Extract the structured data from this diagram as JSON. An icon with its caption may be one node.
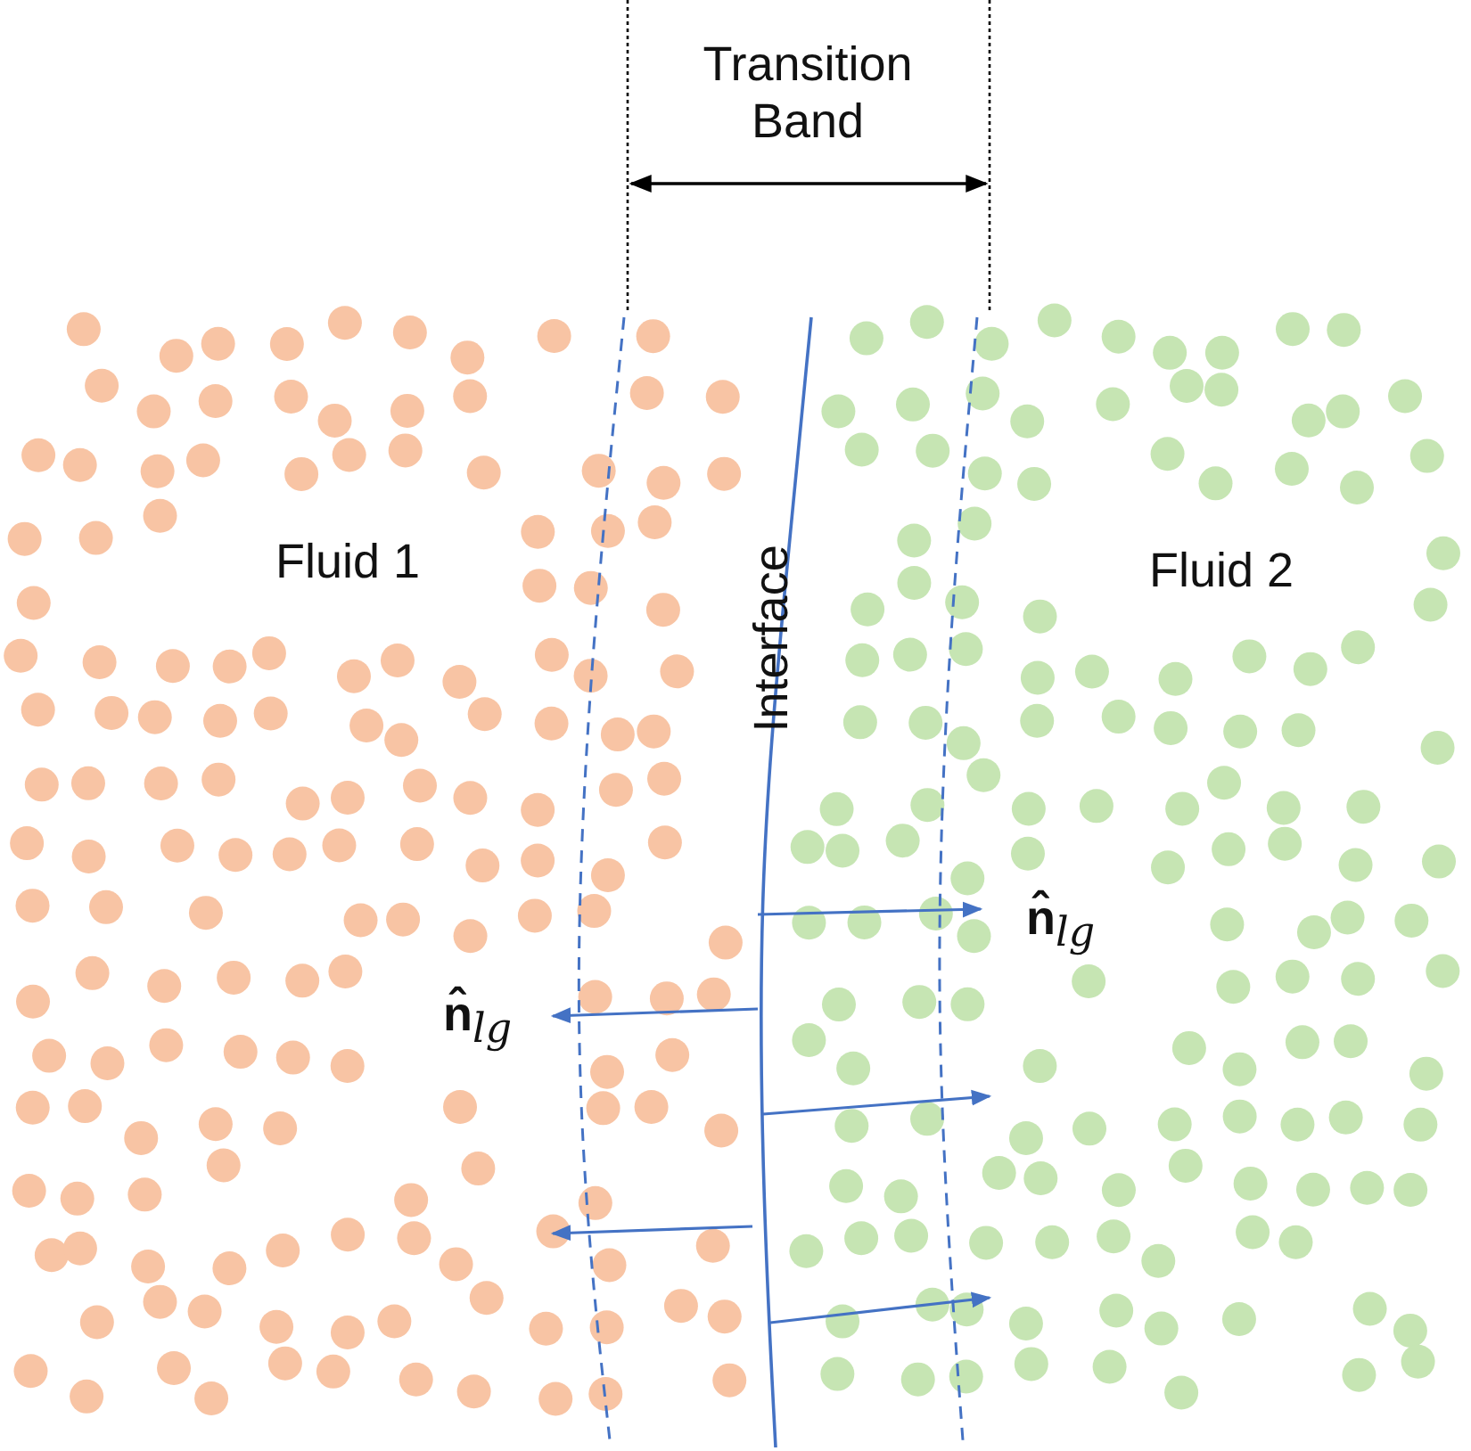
{
  "diagram": {
    "labels": [
      "Transition Band",
      "Fluid 1",
      "Interface",
      "Fluid 2",
      "**n̂**$_{lg}$",
      "**n̂**$_{lg}$"
    ]
  }
}
